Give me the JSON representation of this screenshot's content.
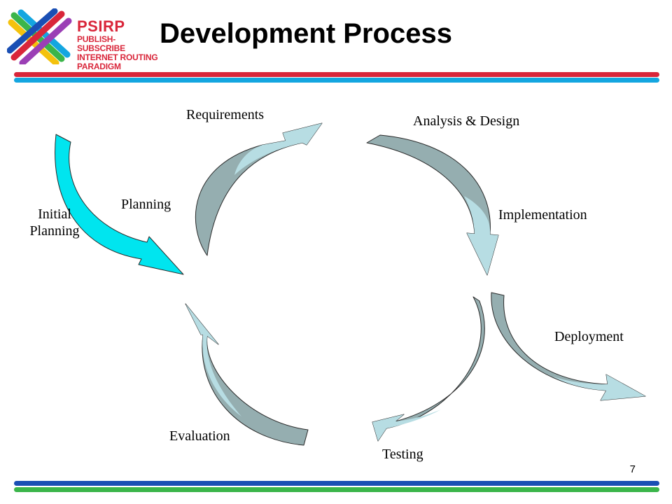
{
  "logo": {
    "name": "PSIRP",
    "line1": "PUBLISH-SUBSCRIBE",
    "line2": "INTERNET ROUTING",
    "line3": "PARADIGM"
  },
  "title": "Development Process",
  "labels": {
    "requirements": "Requirements",
    "analysis_design": "Analysis & Design",
    "initial_planning_1": "Initial",
    "initial_planning_2": "Planning",
    "planning": "Planning",
    "implementation": "Implementation",
    "deployment": "Deployment",
    "evaluation": "Evaluation",
    "testing": "Testing"
  },
  "page_number": "7",
  "colors": {
    "red_bar": "#d9263a",
    "cyan_bar": "#14a6e0",
    "blue_bar": "#1a4fb4",
    "green_bar": "#3bb54a",
    "arrow_dark": "#95aeb0",
    "arrow_light": "#b7dde3",
    "arrow_cyan": "#00e5ef"
  }
}
